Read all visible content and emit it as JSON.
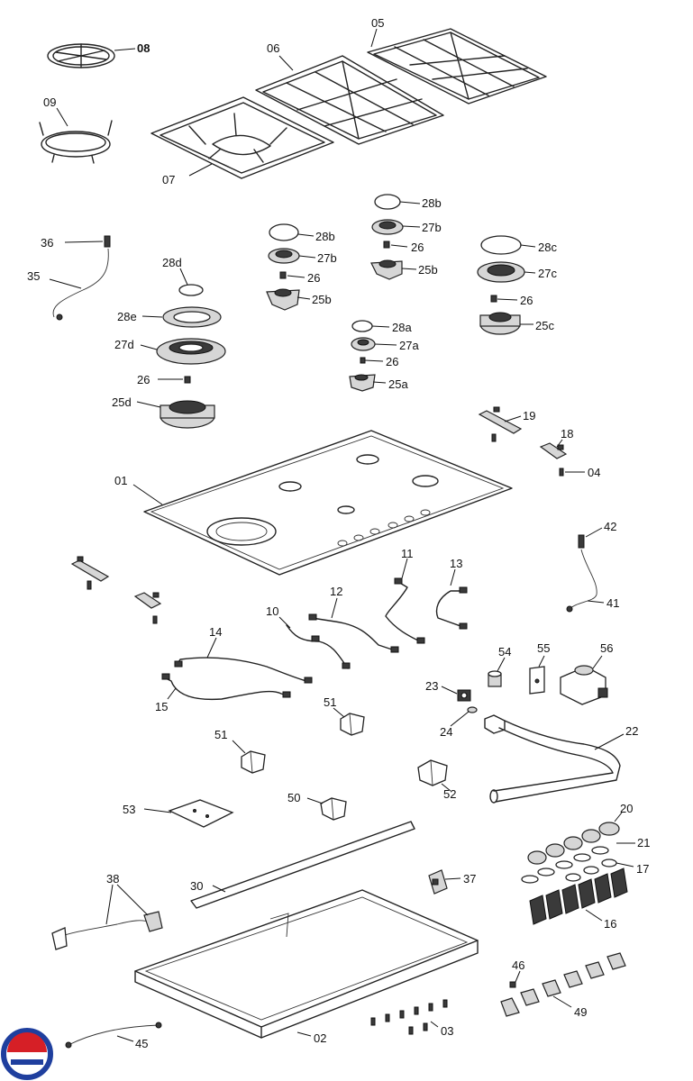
{
  "diagram": {
    "labels": {
      "p01": "01",
      "p02": "02",
      "p03": "03",
      "p04": "04",
      "p05": "05",
      "p06": "06",
      "p07": "07",
      "p08": "08",
      "p09": "09",
      "p10": "10",
      "p11": "11",
      "p12": "12",
      "p13": "13",
      "p14": "14",
      "p15": "15",
      "p16": "16",
      "p17": "17",
      "p18": "18",
      "p19": "19",
      "p20": "20",
      "p21": "21",
      "p22": "22",
      "p23": "23",
      "p24": "24",
      "p25a": "25a",
      "p25b_1": "25b",
      "p25b_2": "25b",
      "p25c": "25c",
      "p25d": "25d",
      "p26_1": "26",
      "p26_2": "26",
      "p26_3": "26",
      "p26_4": "26",
      "p26_5": "26",
      "p27a": "27a",
      "p27b_1": "27b",
      "p27b_2": "27b",
      "p27c": "27c",
      "p27d": "27d",
      "p28a": "28a",
      "p28b_1": "28b",
      "p28b_2": "28b",
      "p28c": "28c",
      "p28d": "28d",
      "p28e": "28e",
      "p30": "30",
      "p35": "35",
      "p36": "36",
      "p37": "37",
      "p38": "38",
      "p41": "41",
      "p42": "42",
      "p45": "45",
      "p46": "46",
      "p49": "49",
      "p50": "50",
      "p51_1": "51",
      "p51_2": "51",
      "p52": "52",
      "p53": "53",
      "p54": "54",
      "p55": "55",
      "p56": "56"
    },
    "logo": {
      "colors": {
        "blue": "#1f3f9e",
        "red": "#d61f26"
      }
    }
  }
}
